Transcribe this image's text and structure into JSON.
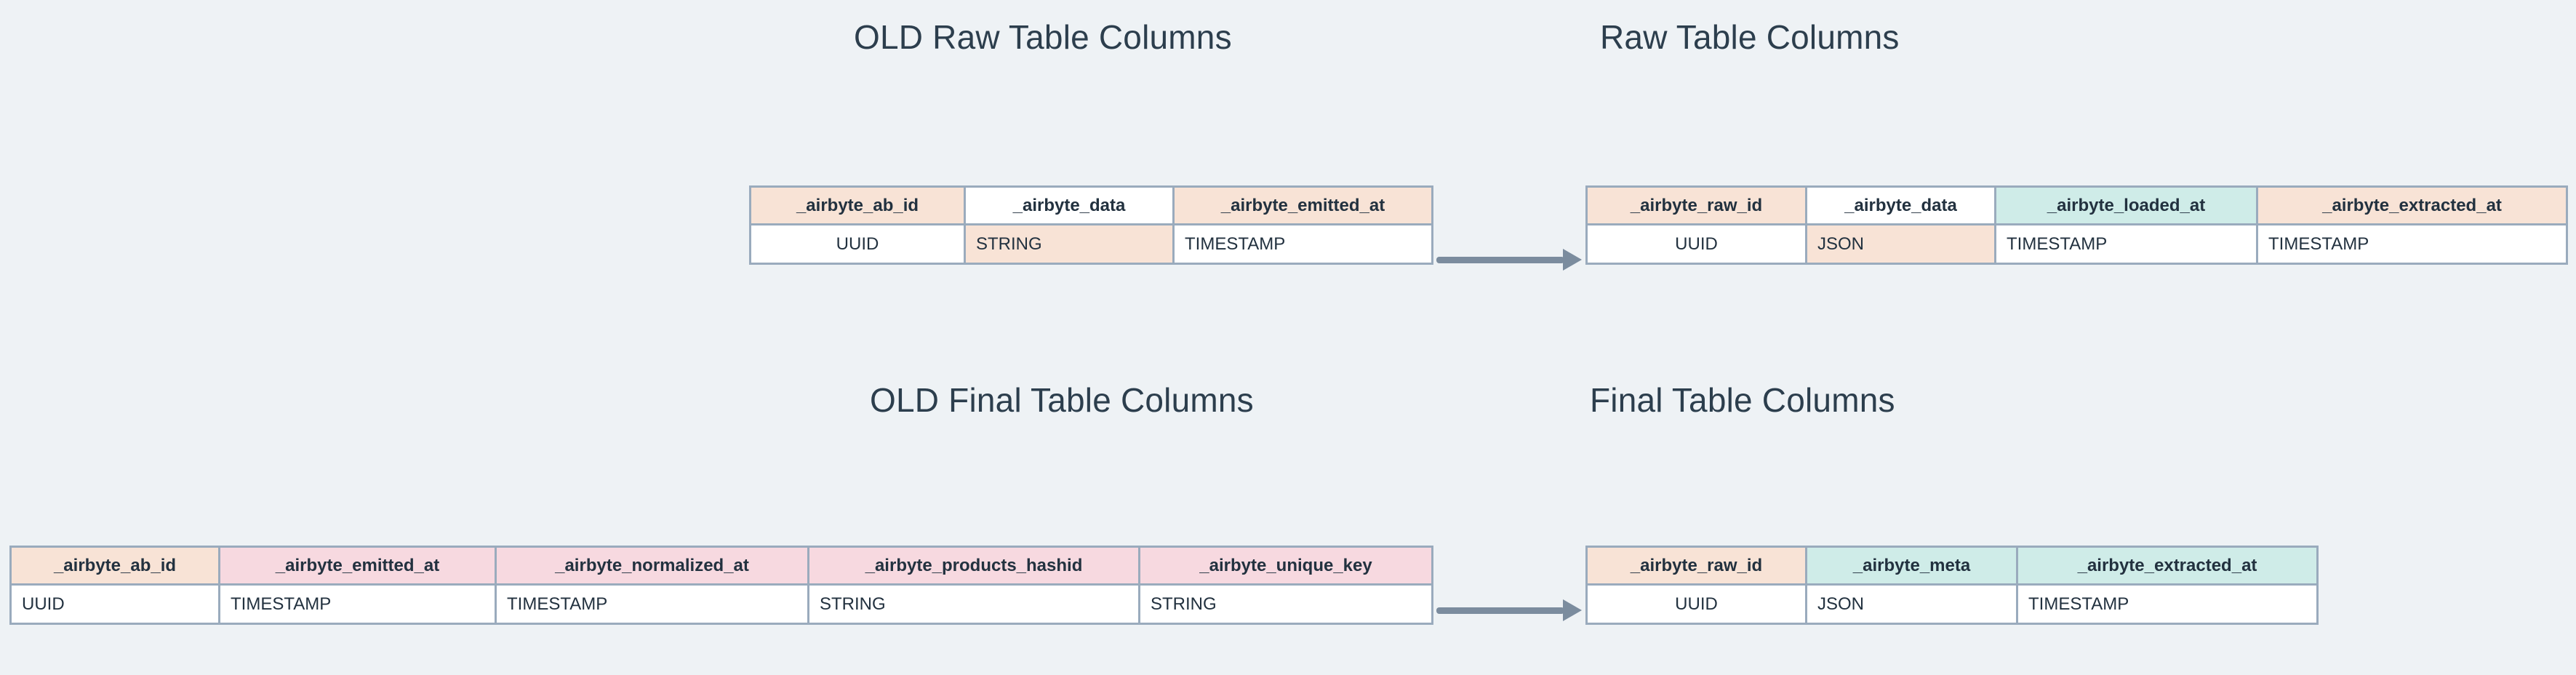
{
  "page": {
    "background_color": "#eef2f5",
    "border_color": "#9aabbd",
    "text_color": "#2c3e4d",
    "arrow_color": "#7b8c9e",
    "palette": {
      "peach": "#f8e3d6",
      "teal": "#cfece8",
      "pink": "#f7d9e0",
      "white": "#ffffff"
    }
  },
  "sections": {
    "old_raw": {
      "title": "OLD Raw Table Columns",
      "headers": [
        "_airbyte_ab_id",
        "_airbyte_data",
        "_airbyte_emitted_at"
      ],
      "types": [
        "UUID",
        "STRING",
        "TIMESTAMP"
      ],
      "header_colors": [
        "peach",
        "white",
        "peach"
      ],
      "type_colors": [
        "white",
        "peach",
        "white"
      ]
    },
    "new_raw": {
      "title": "Raw Table Columns",
      "headers": [
        "_airbyte_raw_id",
        "_airbyte_data",
        "_airbyte_loaded_at",
        "_airbyte_extracted_at"
      ],
      "types": [
        "UUID",
        "JSON",
        "TIMESTAMP",
        "TIMESTAMP"
      ],
      "header_colors": [
        "peach",
        "white",
        "teal",
        "peach"
      ],
      "type_colors": [
        "white",
        "peach",
        "white",
        "white"
      ]
    },
    "old_final": {
      "title": "OLD Final Table Columns",
      "headers": [
        "_airbyte_ab_id",
        "_airbyte_emitted_at",
        "_airbyte_normalized_at",
        "_airbyte_products_hashid",
        "_airbyte_unique_key"
      ],
      "types": [
        "UUID",
        "TIMESTAMP",
        "TIMESTAMP",
        "STRING",
        "STRING"
      ],
      "header_colors": [
        "peach",
        "pink",
        "pink",
        "pink",
        "pink"
      ],
      "type_colors": [
        "white",
        "white",
        "white",
        "white",
        "white"
      ]
    },
    "new_final": {
      "title": "Final Table Columns",
      "headers": [
        "_airbyte_raw_id",
        "_airbyte_meta",
        "_airbyte_extracted_at"
      ],
      "types": [
        "UUID",
        "JSON",
        "TIMESTAMP"
      ],
      "header_colors": [
        "peach",
        "teal",
        "teal"
      ],
      "type_colors": [
        "white",
        "white",
        "white"
      ]
    }
  },
  "arrows": [
    {
      "name": "raw-migration-arrow"
    },
    {
      "name": "final-migration-arrow"
    }
  ]
}
